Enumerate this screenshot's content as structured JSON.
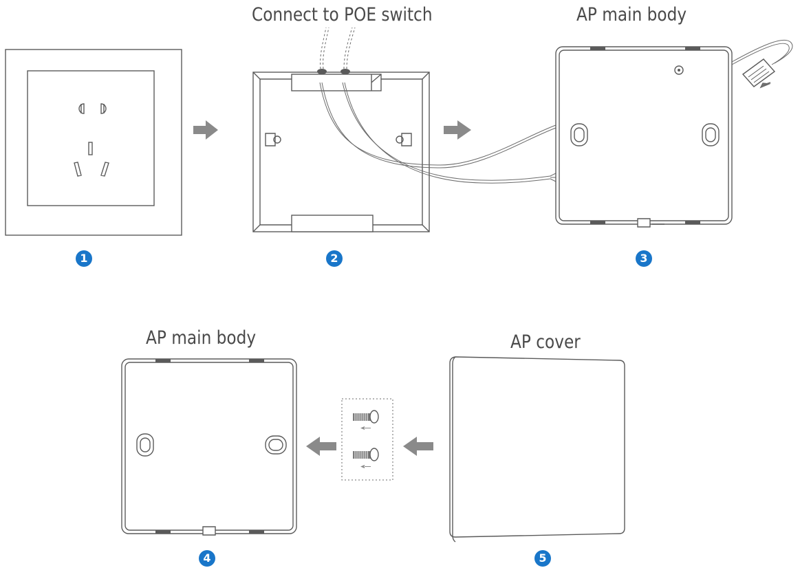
{
  "labels": {
    "connect_poe": "Connect to POE switch",
    "ap_main_body_top": "AP main body",
    "ap_main_body_bottom": "AP main body",
    "ap_cover": "AP cover"
  },
  "steps": [
    "1",
    "2",
    "3",
    "4",
    "5"
  ],
  "colors": {
    "badge": "#1976c9",
    "line": "#5a5a5a",
    "arrow": "#8a8a8a",
    "text": "#4a4a4a"
  }
}
